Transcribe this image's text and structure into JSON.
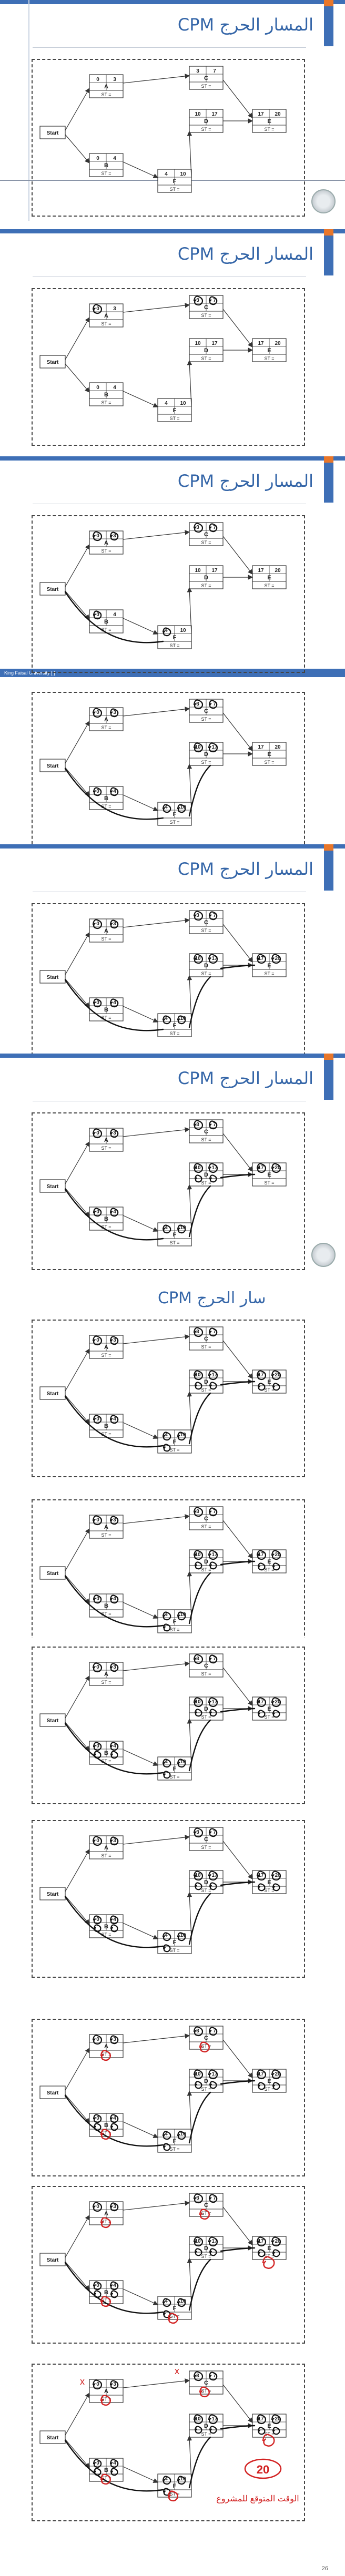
{
  "title": "المسار الحرج CPM",
  "title_partial": "سار الحرج CPM",
  "footer_text": "King Faisal University [  ]",
  "page_number": "26",
  "nodes": {
    "start": "Start",
    "A": "A",
    "B": "B",
    "C": "C",
    "D": "D",
    "E": "E",
    "F": "F",
    "slack": "ST =",
    "v0": "0",
    "v3": "3",
    "v4": "4",
    "v7": "7",
    "v10": "10",
    "v17": "17",
    "v20": "20"
  },
  "annotation_total": "20",
  "annotation_note": "الوقت المتوقع للمشروع",
  "colors": {
    "brand": "#3e6fb6",
    "accent": "#e8772b",
    "ink": "#222222",
    "red": "#d22222"
  }
}
